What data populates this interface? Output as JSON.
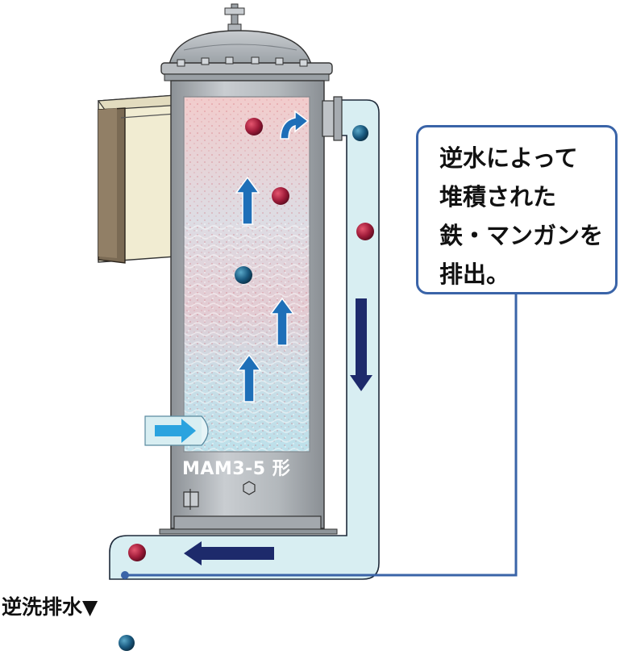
{
  "callout": {
    "lines": [
      "逆水によって",
      "堆積された",
      "鉄・マンガンを",
      "排出。"
    ]
  },
  "model_label": "MAM3-5 形",
  "drain_label": "逆洗排水▼",
  "colors": {
    "pipe_fill": "#d8eef2",
    "tank_steel": "#a9aeb3",
    "callout_border": "#3a64a8",
    "flow_arrow": "#1e6fb8",
    "down_arrow": "#1d2a6b",
    "inlet_arrow": "#2aa3df",
    "iron_particle": "#a01c3a",
    "manganese_particle": "#1a5a80"
  },
  "icons": {
    "iron": "red-sphere-icon",
    "manganese": "blue-sphere-icon",
    "up_arrow": "up-arrow-icon",
    "down_arrow": "down-arrow-icon",
    "left_arrow": "left-arrow-icon",
    "inlet_arrow": "right-arrow-icon",
    "curved_arrow": "curved-arrow-icon"
  }
}
